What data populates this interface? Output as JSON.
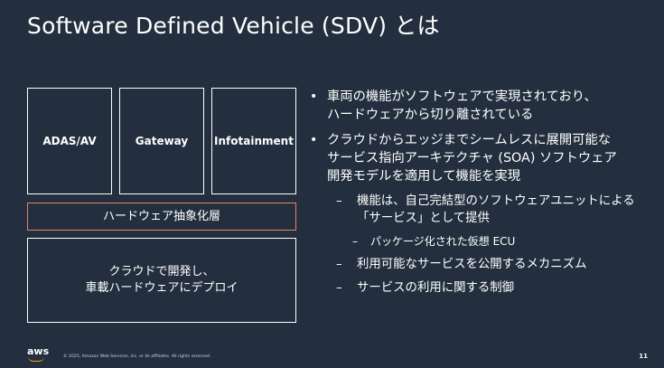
{
  "title": "Software Defined Vehicle (SDV) とは",
  "diagram": {
    "top_boxes": [
      "ADAS/AV",
      "Gateway",
      "Infotainment"
    ],
    "abstraction_layer": "ハードウェア抽象化層",
    "cloud_box": [
      "クラウドで開発し、",
      "車載ハードウェアにデプロイ"
    ]
  },
  "bullets": {
    "b1": {
      "line1": "車両の機能がソフトウェアで実現されており、",
      "line2": "ハードウェアから切り離されている"
    },
    "b2": {
      "line1": "クラウドからエッジまでシームレスに展開可能な",
      "line2": "サービス指向アーキテクチャ (SOA) ソフトウェア",
      "line3": "開発モデルを適用して機能を実現"
    },
    "s1": {
      "line1": "機能は、自己完結型のソフトウェアユニットによる",
      "line2": "「サービス」として提供"
    },
    "ss1": "パッケージ化された仮想 ECU",
    "s2": "利用可能なサービスを公開するメカニズム",
    "s3": "サービスの利用に関する制御"
  },
  "footer": {
    "logo": "aws",
    "copyright": "© 2025, Amazon Web Services, Inc. or its affiliates. All rights reserved.",
    "page_number": "11"
  },
  "colors": {
    "background": "#232f3e",
    "accent_border": "#e8816a",
    "logo_smile": "#ff9900"
  }
}
